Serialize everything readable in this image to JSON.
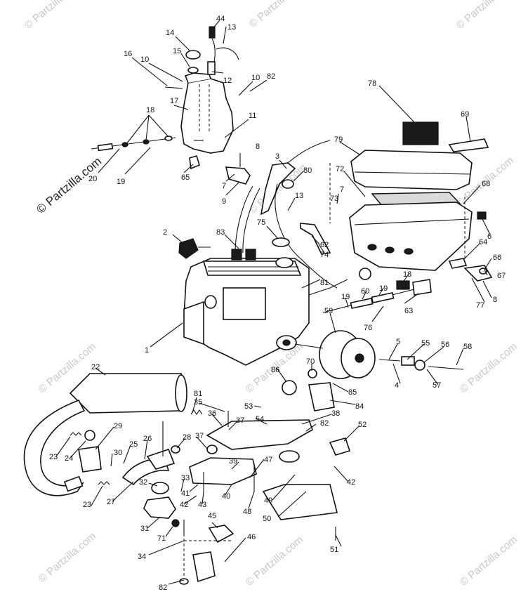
{
  "watermark": {
    "text": "© Partzilla.com",
    "primary": "© Partzilla.com"
  },
  "callouts": [
    "44",
    "13",
    "14",
    "15",
    "16",
    "10",
    "12",
    "10",
    "82",
    "17",
    "11",
    "18",
    "20",
    "19",
    "65",
    "8",
    "7",
    "9",
    "3",
    "80",
    "78",
    "69",
    "79",
    "72",
    "7",
    "73",
    "68",
    "13",
    "75",
    "6",
    "2",
    "83",
    "62",
    "74",
    "64",
    "66",
    "81",
    "67",
    "77",
    "8",
    "18",
    "60",
    "19",
    "63",
    "19",
    "76",
    "59",
    "1",
    "5",
    "55",
    "56",
    "58",
    "22",
    "4",
    "57",
    "86",
    "70",
    "85",
    "84",
    "81",
    "35",
    "53",
    "36",
    "37",
    "54",
    "38",
    "82",
    "52",
    "23",
    "29",
    "24",
    "25",
    "30",
    "26",
    "28",
    "37",
    "39",
    "27",
    "32",
    "33",
    "40",
    "47",
    "42",
    "23",
    "43",
    "48",
    "49",
    "41",
    "42",
    "50",
    "31",
    "71",
    "45",
    "46",
    "34",
    "51",
    "82"
  ]
}
